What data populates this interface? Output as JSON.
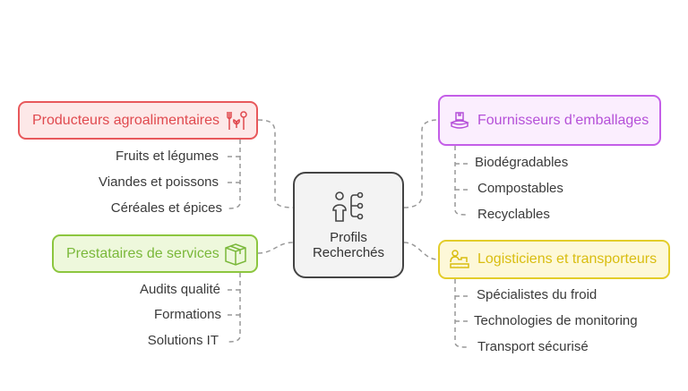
{
  "center": {
    "line1": "Profils",
    "line2": "Recherchés",
    "icon": "person-network-icon"
  },
  "branches": [
    {
      "title": "Producteurs agroalimentaires",
      "icon": "fork-plant-spoon-icon",
      "color": "#e04a4f",
      "fill": "#fde8e8",
      "items": [
        "Fruits et légumes",
        "Viandes et poissons",
        "Céréales et épices"
      ]
    },
    {
      "title": "Prestataires de services",
      "icon": "box-icon",
      "color": "#7ab83a",
      "fill": "#eef8dc",
      "items": [
        "Audits qualité",
        "Formations",
        "Solutions IT"
      ]
    },
    {
      "title": "Fournisseurs d’emballages",
      "icon": "package-platform-icon",
      "color": "#b550d8",
      "fill": "#fbeefe",
      "items": [
        "Biodégradables",
        "Compostables",
        "Recyclables"
      ]
    },
    {
      "title": "Logisticiens et transporteurs",
      "icon": "conveyor-worker-icon",
      "color": "#d9bd10",
      "fill": "#fdf8d8",
      "items": [
        "Spécialistes du froid",
        "Technologies de monitoring",
        "Transport sécurisé"
      ]
    }
  ]
}
